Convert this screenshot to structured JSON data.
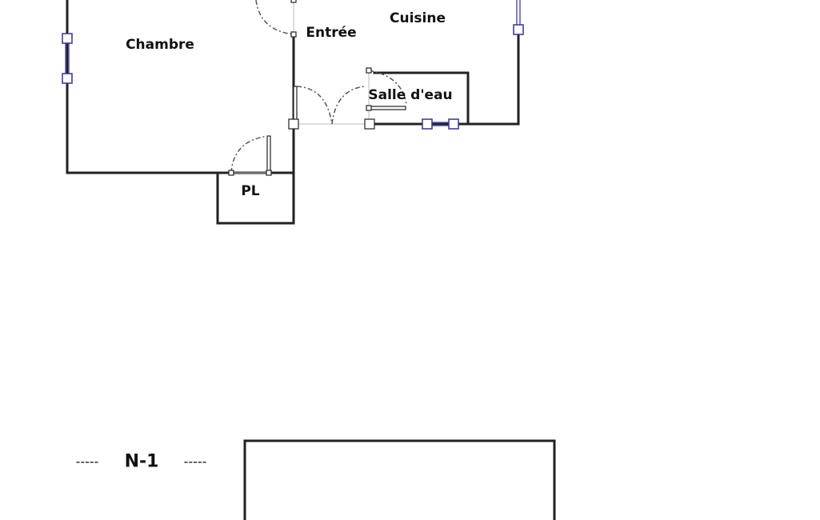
{
  "plan": {
    "rooms": {
      "chambre": "Chambre",
      "entree": "Entrée",
      "cuisine": "Cuisine",
      "salle_deau": "Salle d'eau",
      "pl": "PL"
    },
    "level": {
      "label": "N-1",
      "left_dashes": "-----",
      "right_dashes": "-----"
    }
  }
}
